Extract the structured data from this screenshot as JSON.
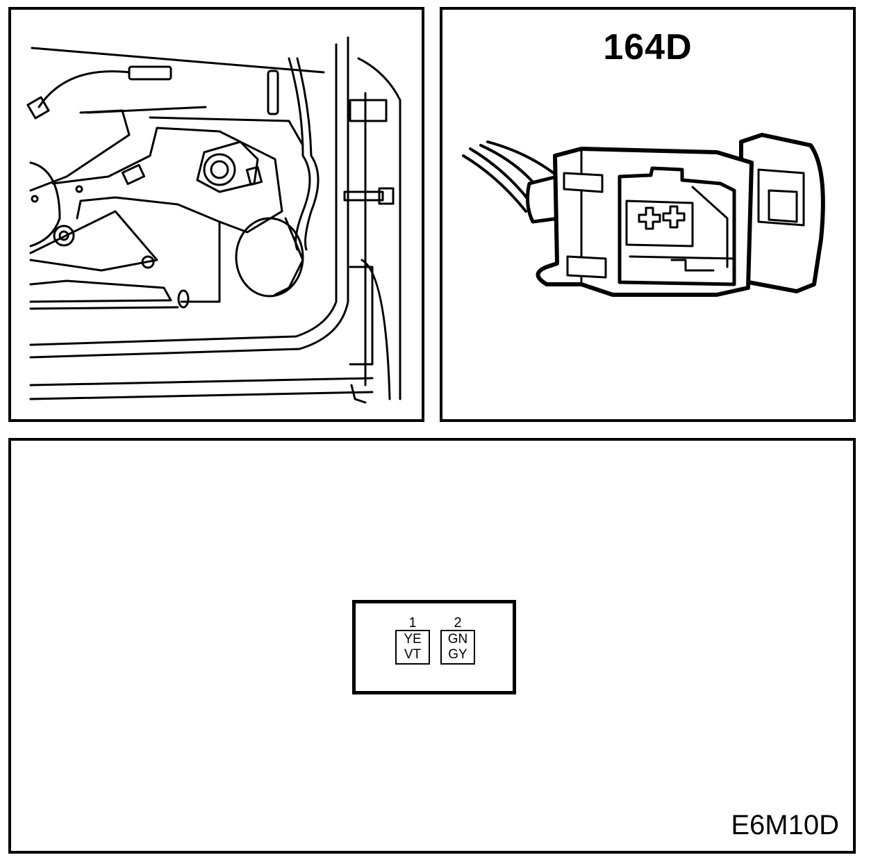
{
  "connector": {
    "title": "164D"
  },
  "pins": [
    {
      "number": "1",
      "colors": [
        "YE",
        "VT"
      ]
    },
    {
      "number": "2",
      "colors": [
        "GN",
        "GY"
      ]
    }
  ],
  "figure_code": "E6M10D"
}
